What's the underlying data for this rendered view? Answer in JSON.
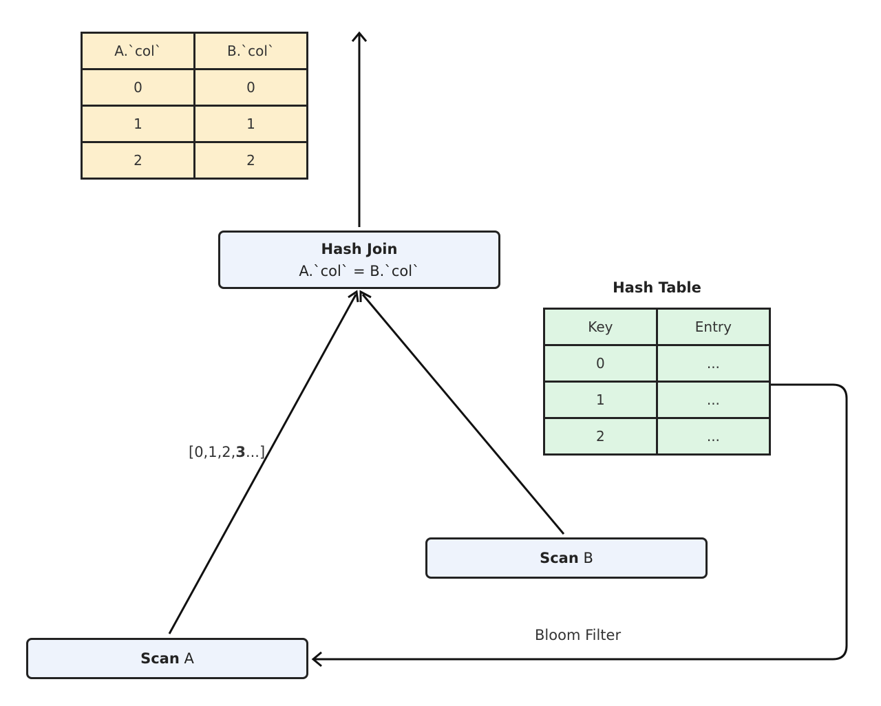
{
  "result_table": {
    "headers": [
      "A.`col`",
      "B.`col`"
    ],
    "rows": [
      [
        "0",
        "0"
      ],
      [
        "1",
        "1"
      ],
      [
        "2",
        "2"
      ]
    ]
  },
  "hash_join": {
    "title": "Hash Join",
    "condition": "A.`col` = B.`col`"
  },
  "hash_table": {
    "title": "Hash Table",
    "headers": [
      "Key",
      "Entry"
    ],
    "rows": [
      [
        "0",
        "..."
      ],
      [
        "1",
        "..."
      ],
      [
        "2",
        "..."
      ]
    ]
  },
  "scan_b": {
    "bold": "Scan",
    "rest": "B"
  },
  "scan_a": {
    "bold": "Scan",
    "rest": "A"
  },
  "bloom_filter_label": "Bloom Filter",
  "stream_label": {
    "prefix": "[0,1,2,",
    "bold": "3",
    "suffix": "...]"
  },
  "colors": {
    "result_table_fill": "#fdefcc",
    "hash_table_fill": "#def5e3",
    "node_fill": "#eef3fc",
    "stroke": "#222222"
  }
}
